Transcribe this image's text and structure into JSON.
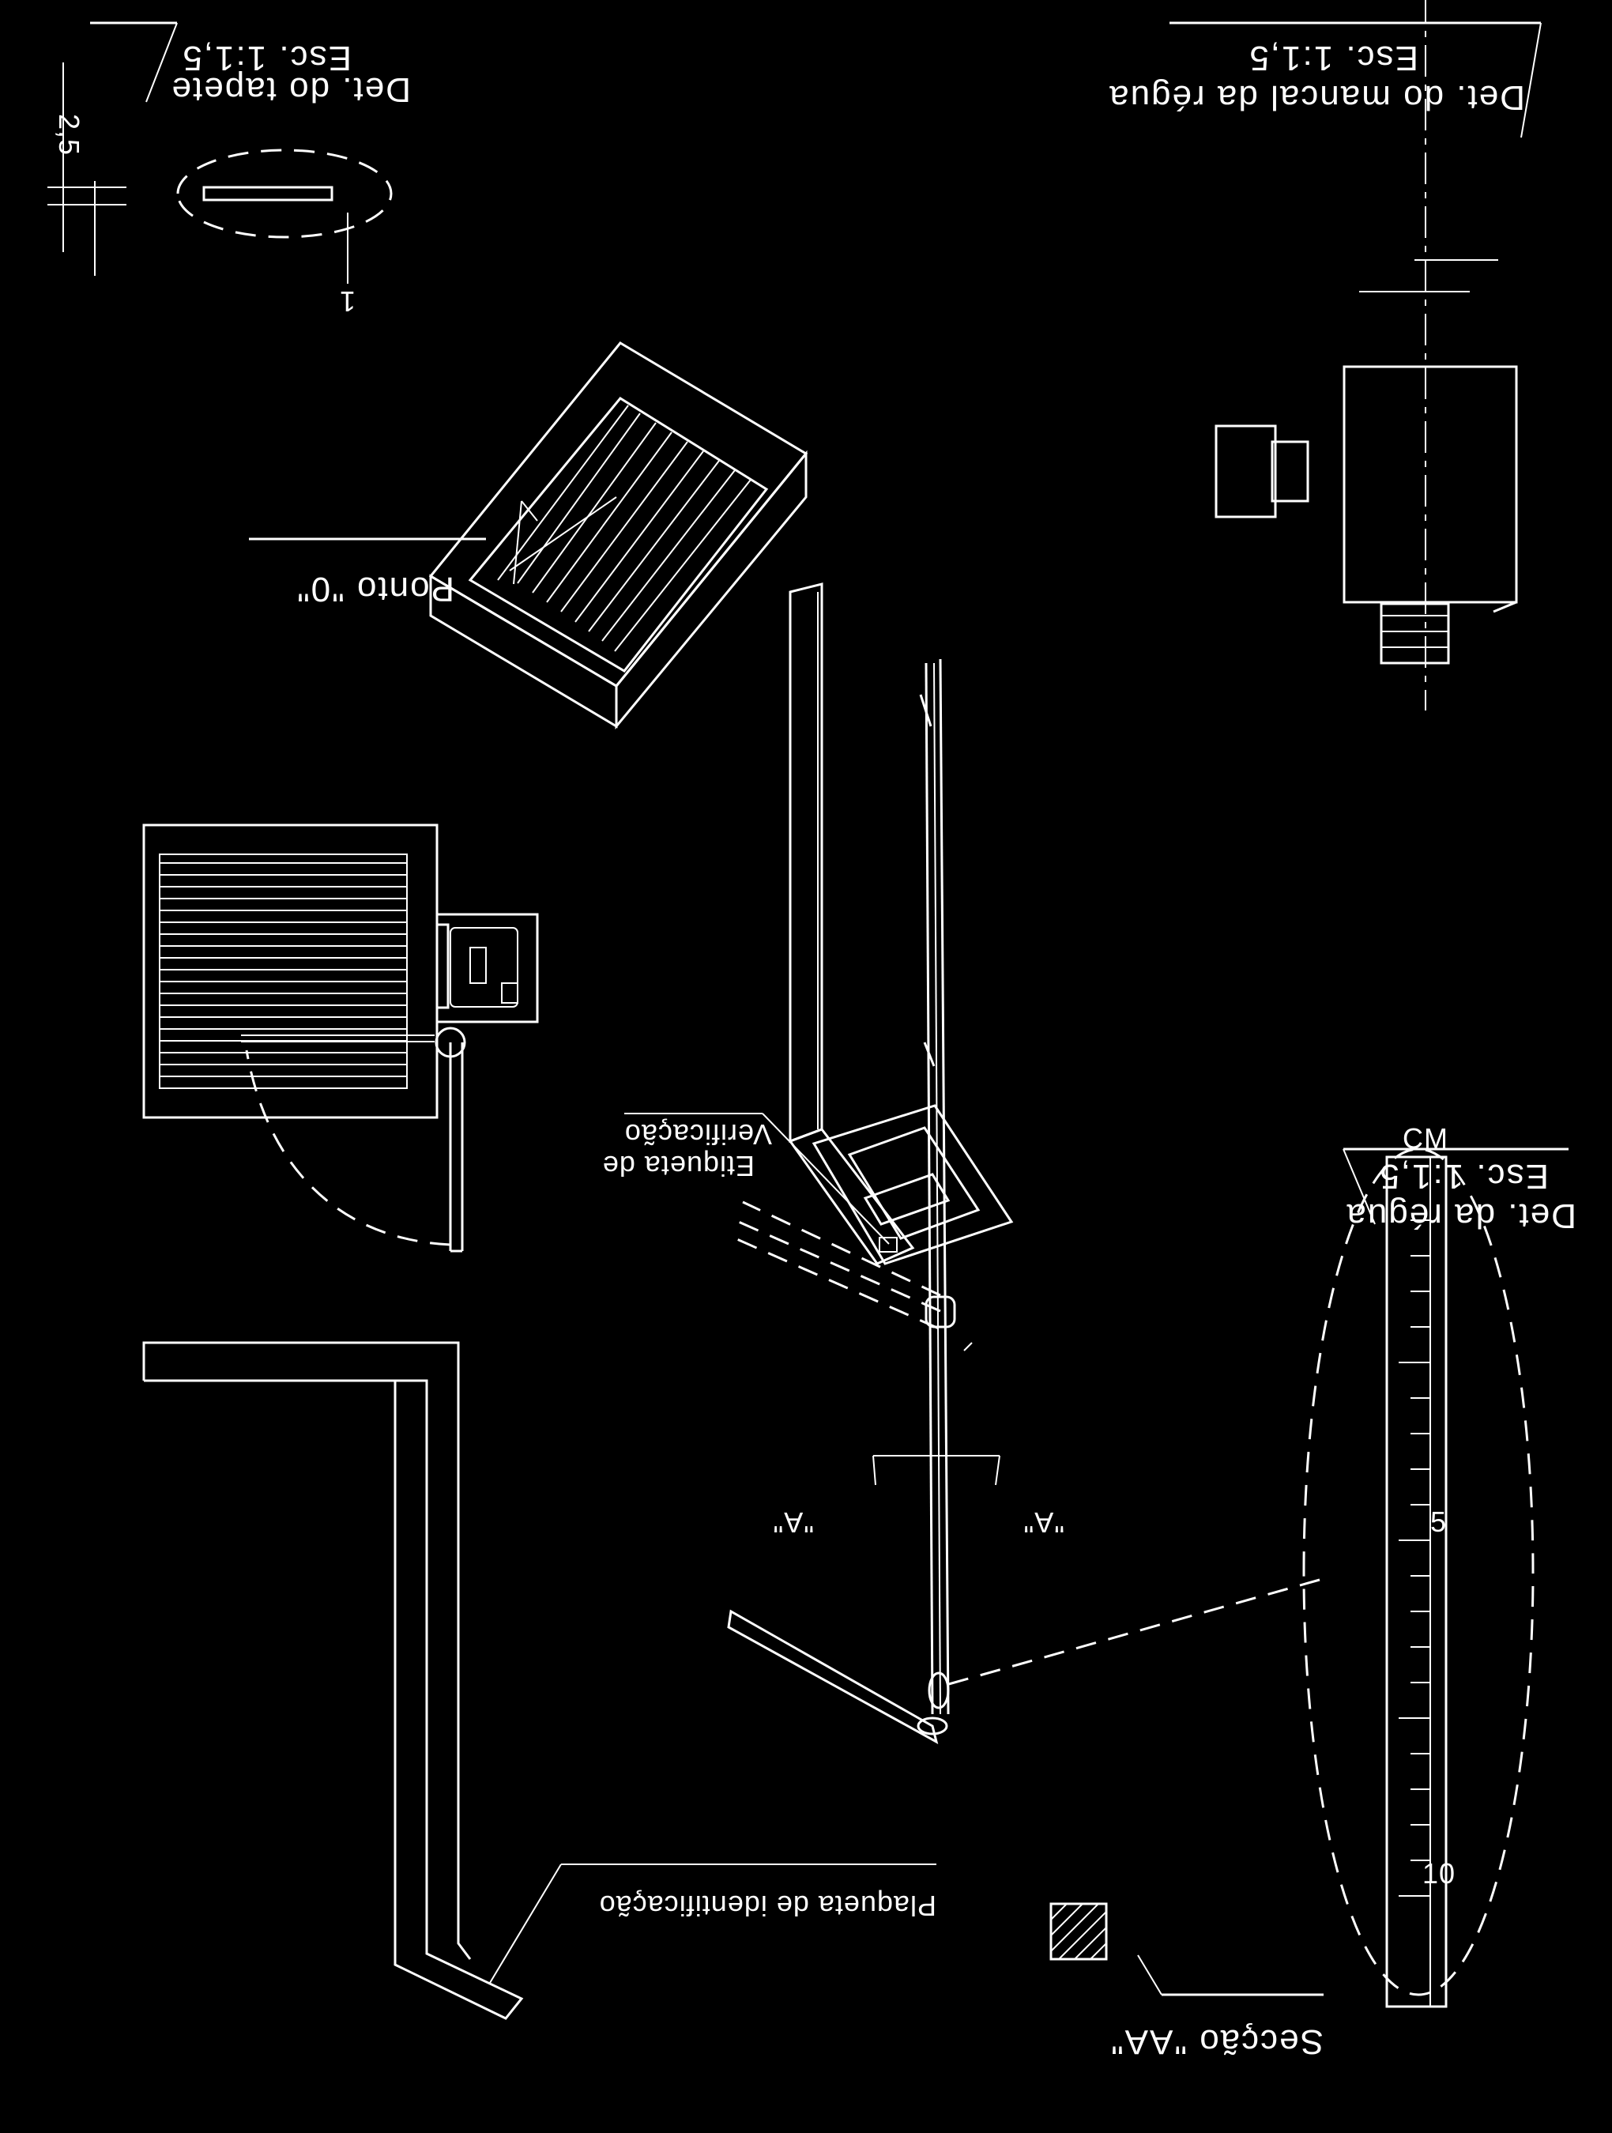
{
  "labels": {
    "det_tapete": "Det. do tapete",
    "det_tapete_scale": "Esc. 1:1,5",
    "det_mancal": "Det. do mancal da régua",
    "det_mancal_scale": "Esc. 1:1,5",
    "ponto_zero": "Ponto \"0\"",
    "etiqueta_line1": "Etiqueta de",
    "etiqueta_line2": "Verificação",
    "det_regua": "Det. da régua",
    "det_regua_scale": "Esc. 1:1,5",
    "section_mark_left": "\"A\"",
    "section_mark_right": "\"A\"",
    "plaqueta": "Plaqueta de identificação",
    "seccao": "Secção \"AA\"",
    "dim_thickness": "2,5",
    "dim_small": "1",
    "ruler_unit": "CM",
    "ruler_5": "5",
    "ruler_10": "10"
  },
  "colors": {
    "background": "#000000",
    "linework": "#ffffff"
  }
}
